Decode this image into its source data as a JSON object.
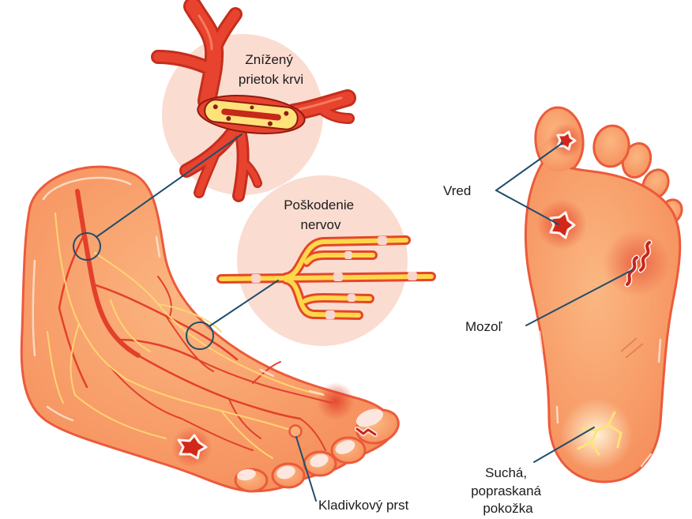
{
  "labels": {
    "reduced_blood_flow": [
      "Znížený",
      "prietok krvi"
    ],
    "nerve_damage": [
      "Poškodenie",
      "nervov"
    ],
    "ulcer": "Vred",
    "callus": "Mozoľ",
    "dry_cracked_skin": [
      "Suchá,",
      "popraskaná",
      "pokožka"
    ],
    "hammer_toe": "Kladivkový prst"
  },
  "colors": {
    "skin": "#F9A56B",
    "skin_outline": "#EC5A3A",
    "blood_vessel": "#E8432E",
    "nerve": "#FFD84A",
    "callout_line": "#1F4E6B",
    "bubble": "#FBDCD1"
  }
}
